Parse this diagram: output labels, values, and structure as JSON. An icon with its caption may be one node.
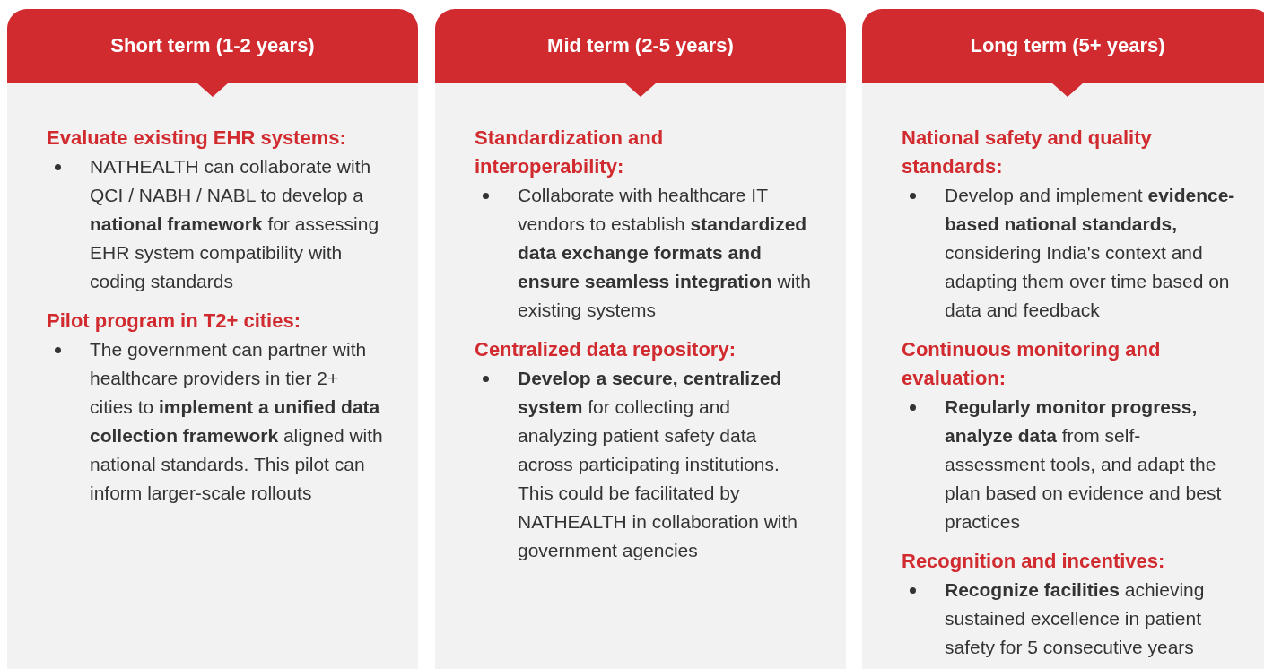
{
  "diagram": {
    "nodes": [
      {
        "text": [
          "Short term (1-2 years)",
          "Evaluate existing EHR systems:",
          "NATHEALTH can collaborate with QCI / NABH / NABL to develop a **national framework** for assessing EHR system compatibility with coding standards",
          "Pilot program in T2+ cities:",
          "The government can partner with healthcare providers in tier 2+ cities to **implement a unified data collection framework** aligned with national standards. This pilot can inform larger-scale rollouts"
        ]
      },
      {
        "text": [
          "Mid term (2-5 years)",
          "Standardization and interoperability:",
          "Collaborate with healthcare IT vendors to establish **standardized data exchange formats and ensure seamless integration** with existing systems",
          "Centralized data repository:",
          "**Develop a secure, centralized system** for collecting and analyzing patient safety data across participating institutions. This could be facilitated by NATHEALTH in collaboration with government agencies"
        ]
      },
      {
        "text": [
          "Long term (5+ years)",
          "National safety and quality standards:",
          "Develop and implement **evidence-based national standards,** considering India's context and adapting them over time based on data and feedback",
          "Continuous monitoring and evaluation:",
          "**Regularly monitor progress, analyze data** from self-assessment tools, and adapt the plan based on evidence and best practices",
          "Recognition and incentives:",
          "**Recognize facilities** achieving sustained excellence in patient safety for 5 consecutive years"
        ]
      }
    ],
    "edges": []
  }
}
